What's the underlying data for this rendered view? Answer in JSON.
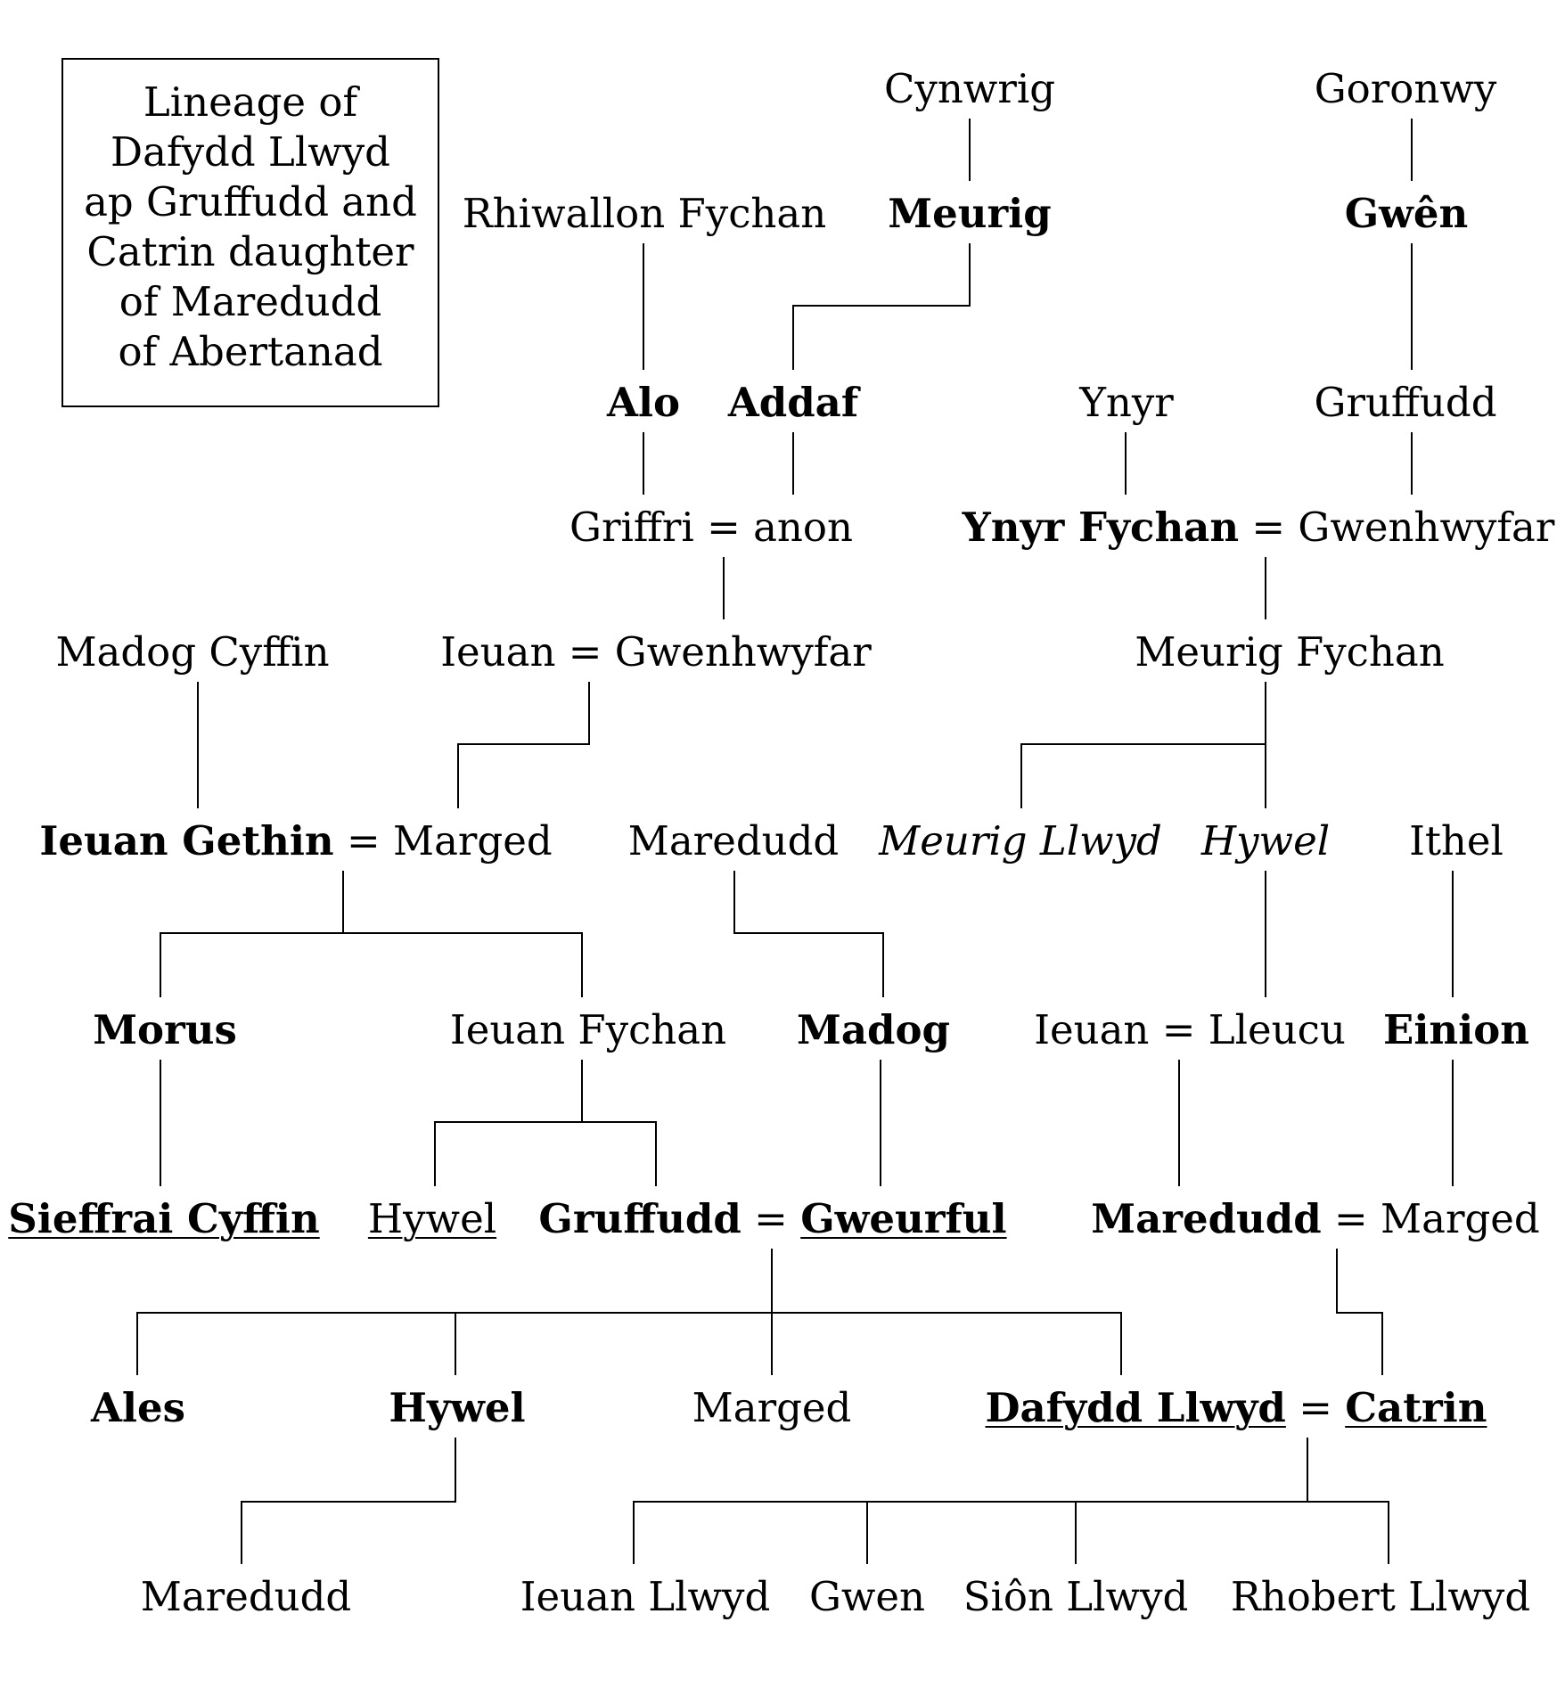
{
  "title": [
    "Lineage of",
    "Dafydd Llwyd",
    "ap Gruffudd and",
    "Catrin daughter",
    "of Maredudd",
    "of Abertanad"
  ],
  "people": {
    "cynwrig": "Cynwrig",
    "goronwy": "Goronwy",
    "rhiwallon_fychan": "Rhiwallon Fychan",
    "meurig": "Meurig",
    "gwen_top": "Gwên",
    "alo": "Alo",
    "addaf": "Addaf",
    "ynyr": "Ynyr",
    "gruffudd_top": "Gruffudd",
    "griffri": "Griffri",
    "anon": "anon",
    "ynyr_fychan": "Ynyr Fychan",
    "gwenhwyfar_a": "Gwenhwyfar",
    "madog_cyffin": "Madog Cyffin",
    "ieuan_a": "Ieuan",
    "gwenhwyfar_b": "Gwenhwyfar",
    "meurig_fychan": "Meurig Fychan",
    "ieuan_gethin": "Ieuan Gethin",
    "marged_a": "Marged",
    "maredudd_a": "Maredudd",
    "meurig_llwyd": "Meurig Llwyd",
    "hywel_a": "Hywel",
    "ithel": "Ithel",
    "morus": "Morus",
    "ieuan_fychan": "Ieuan Fychan",
    "madog": "Madog",
    "ieuan_b": "Ieuan",
    "lleucu": "Lleucu",
    "einion": "Einion",
    "sieffrai_cyffin": "Sieffrai Cyffin",
    "hywel_b": "Hywel",
    "gruffudd": "Gruffudd",
    "gweurful": "Gweurful",
    "maredudd_b": "Maredudd",
    "marged_b": "Marged",
    "ales": "Ales",
    "hywel_c": "Hywel",
    "marged_c": "Marged",
    "dafydd_llwyd": "Dafydd Llwyd",
    "catrin": "Catrin",
    "maredudd_c": "Maredudd",
    "ieuan_llwyd": "Ieuan Llwyd",
    "gwen": "Gwen",
    "sion_llwyd": "Siôn Llwyd",
    "rhobert_llwyd": "Rhobert Llwyd"
  },
  "marriage_sign": "="
}
